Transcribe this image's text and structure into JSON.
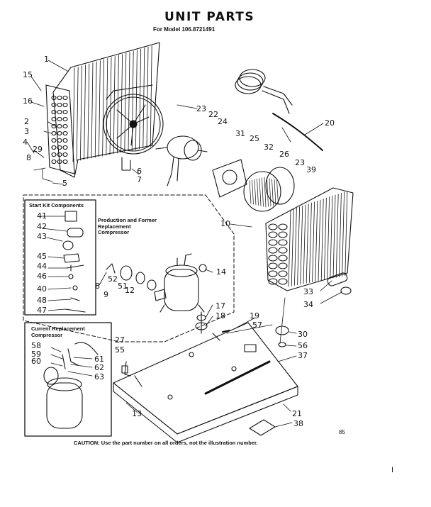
{
  "header": {
    "title": "UNIT PARTS",
    "model_line": "For Model  106.8721491"
  },
  "boxes": {
    "start_kit": "Start Kit Components",
    "production": "Production and Former Replacement Compressor",
    "current": "Current Replacement Compressor"
  },
  "callouts": [
    "1",
    "15",
    "16",
    "2",
    "3",
    "4",
    "29",
    "8",
    "5",
    "6",
    "7",
    "23",
    "22",
    "24",
    "20",
    "31",
    "25",
    "32",
    "26",
    "23",
    "39",
    "10",
    "41",
    "42",
    "43",
    "45",
    "44",
    "46",
    "40",
    "48",
    "47",
    "8",
    "9",
    "52",
    "51",
    "12",
    "14",
    "17",
    "18",
    "19",
    "57",
    "30",
    "56",
    "37",
    "58",
    "59",
    "60",
    "27",
    "55",
    "61",
    "62",
    "63",
    "13",
    "21",
    "38",
    "33",
    "34"
  ],
  "footer": {
    "caution": "CAUTION: Use the part number on all orders, not the illustration number.",
    "page_number": "85",
    "margin_mark": "I"
  }
}
